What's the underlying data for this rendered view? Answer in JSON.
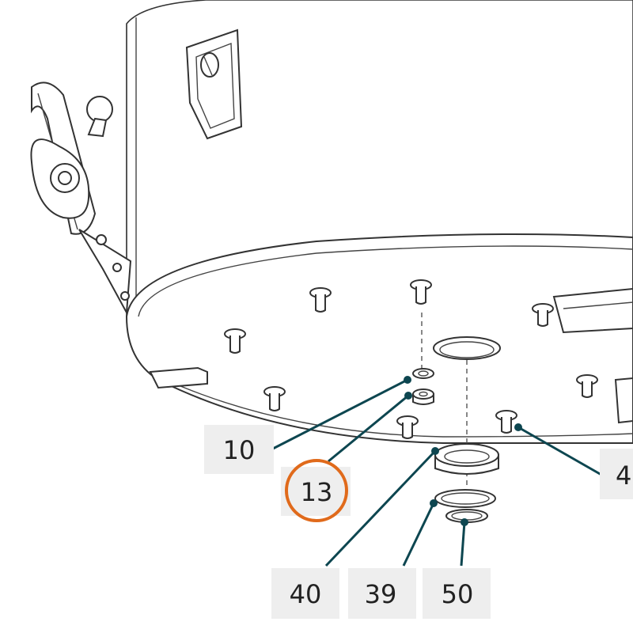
{
  "callouts": {
    "c10": "10",
    "c13": "13",
    "c40": "40",
    "c39": "39",
    "c50": "50",
    "c4x": "4"
  },
  "colors": {
    "leader": "#0d4650",
    "highlight": "#e06a1b",
    "label_bg": "#eeeeee"
  }
}
